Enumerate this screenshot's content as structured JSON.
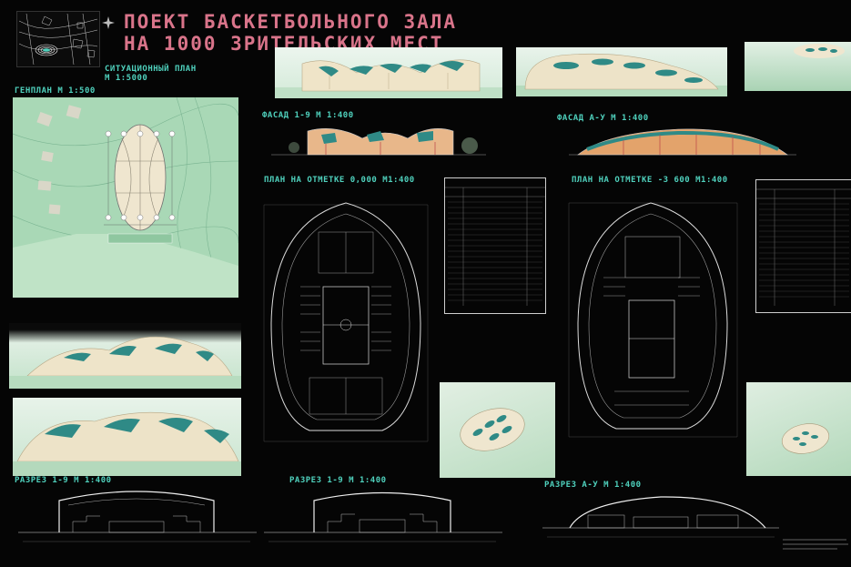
{
  "title": {
    "line1": "ПОЕКТ БАСКЕТБОЛЬНОГО ЗАЛА",
    "line2": "НА 1000 ЗРИТЕЛЬСКИХ МЕСТ"
  },
  "labels": {
    "situation_plan": "СИТУАЦИОННЫЙ ПЛАН",
    "situation_scale": "М 1:5000",
    "genplan": "ГЕНПЛАН М 1:500",
    "facade_1_9": "ФАСАД 1-9 М 1:400",
    "facade_a_u": "ФАСАД А-У М 1:400",
    "plan_0": "ПЛАН НА ОТМЕТКЕ 0,000 М1:400",
    "plan_minus": "ПЛАН НА ОТМЕТКЕ -3 600 М1:400",
    "section_1": "РАЗРЕЗ 1-9 М 1:400",
    "section_2": "РАЗРЕЗ 1-9 М 1:400",
    "section_3": "РАЗРЕЗ А-У М 1:400"
  },
  "colors": {
    "background": "#050505",
    "title": "#d9748a",
    "labels": "#4fd1bd",
    "site": "#a9d8b6",
    "building": "#efe6cf",
    "glass": "#2f8a86",
    "drawing_lines": "#d8d8d8"
  },
  "icons": {
    "compass": "compass-rose-icon"
  }
}
